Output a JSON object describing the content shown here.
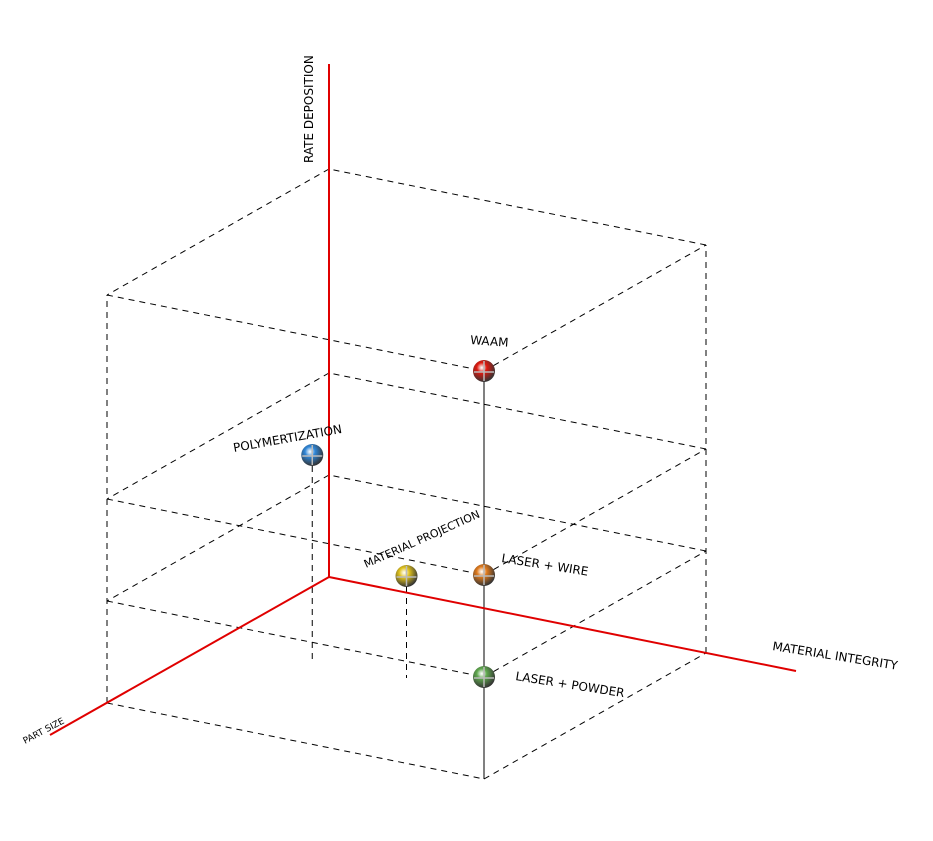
{
  "chart_data": {
    "type": "scatter3d",
    "axes": {
      "x": {
        "label": "PART SIZE",
        "range": [
          0,
          4
        ]
      },
      "y": {
        "label": "MATERIAL INTEGRITY",
        "range": [
          0,
          4
        ]
      },
      "z": {
        "label": "RATE DEPOSITION",
        "range": [
          0,
          4
        ]
      }
    },
    "grid_levels": [
      0,
      1,
      2,
      4
    ],
    "points": [
      {
        "name": "WAAM",
        "part_size": 4,
        "material_integrity": 4,
        "rate_deposition": 4,
        "color": "#e0190f"
      },
      {
        "name": "POLYMERTIZATION",
        "part_size": 2,
        "material_integrity": 1,
        "rate_deposition": 2,
        "color": "#2f86d8"
      },
      {
        "name": "MATERIAL PROJECTION",
        "part_size": 2,
        "material_integrity": 2,
        "rate_deposition": 1,
        "color": "#e0c21c"
      },
      {
        "name": "LASER + WIRE",
        "part_size": 4,
        "material_integrity": 4,
        "rate_deposition": 2,
        "color": "#e07a1c"
      },
      {
        "name": "LASER + POWDER",
        "part_size": 4,
        "material_integrity": 4,
        "rate_deposition": 1,
        "color": "#5fa84e"
      }
    ],
    "axis_color": "#e00000"
  }
}
